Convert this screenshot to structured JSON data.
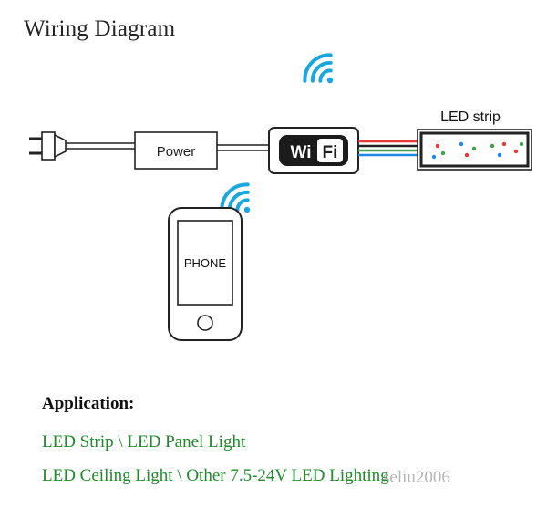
{
  "title": "Wiring Diagram",
  "labels": {
    "power": "Power",
    "led_strip": "LED strip",
    "phone": "PHONE",
    "wifi_left": "Wi",
    "wifi_right": "Fi"
  },
  "application": {
    "heading": "Application:",
    "lines": [
      "LED Strip \\ LED Panel Light",
      "LED Ceiling Light \\  Other 7.5-24V LED Lighting"
    ]
  },
  "watermark": "seliu2006",
  "colors": {
    "text_green": "#1e8a2a",
    "wifi_blue": "#1aa7e0",
    "wire_red": "#e53935",
    "wire_green": "#43a047",
    "wire_blue": "#1e88e5"
  }
}
